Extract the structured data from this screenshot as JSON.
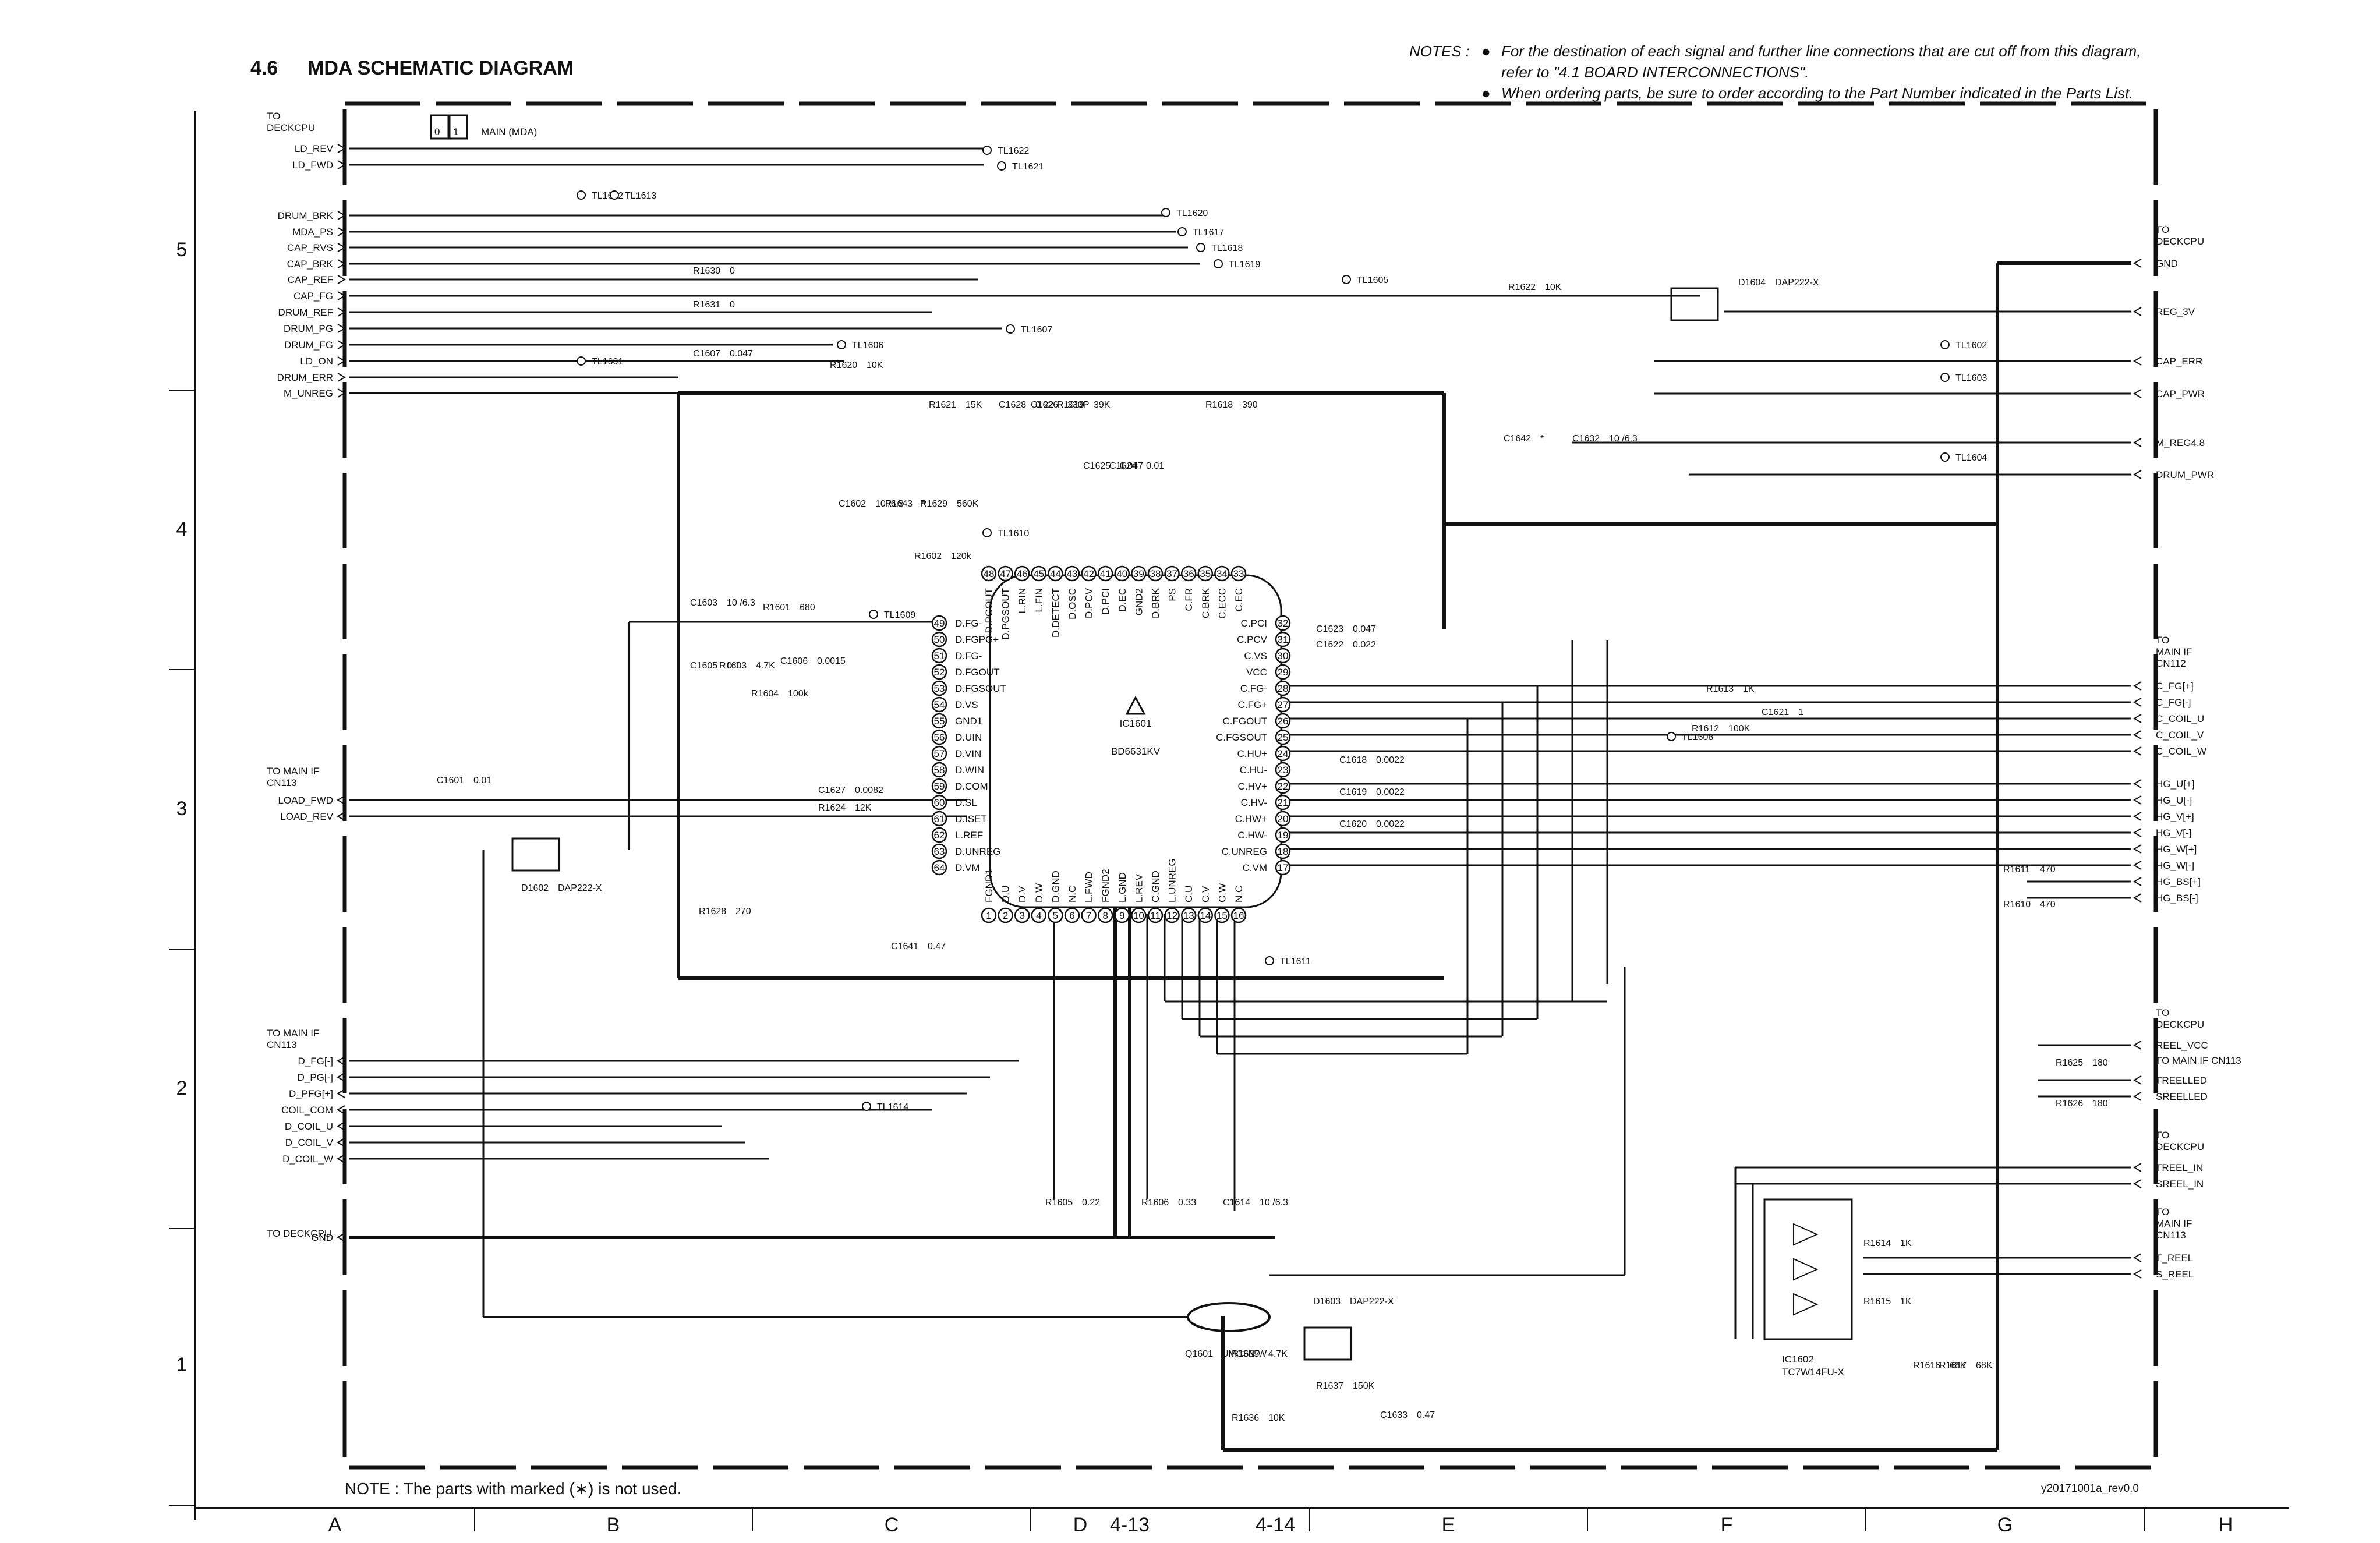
{
  "header": {
    "section_number": "4.6",
    "section_title": "MDA SCHEMATIC DIAGRAM",
    "notes_label": "NOTES :",
    "notes": [
      "For the destination of each signal and further line connections that are cut off from this diagram, refer to \"4.1 BOARD INTERCONNECTIONS\".",
      "When ordering parts, be sure to order according to the Part Number indicated in the Parts List."
    ]
  },
  "diagram": {
    "board_index": "01",
    "board_title": "MAIN (MDA)",
    "footnote": "NOTE : The parts with marked (∗) is not used.",
    "doc_id": "y20171001a_rev0.0",
    "row_labels": [
      "5",
      "4",
      "3",
      "2",
      "1"
    ],
    "column_labels": [
      "A",
      "B",
      "C",
      "D",
      "E",
      "F",
      "G",
      "H"
    ],
    "page_numbers": [
      "4-13",
      "4-14"
    ],
    "ic_main": {
      "ref": "IC1601",
      "part": "BD6631KV"
    },
    "ic_inv": {
      "ref": "IC1602",
      "part": "TC7W14FU-X"
    },
    "pins_left": [
      {
        "n": "49",
        "name": "D.FG-"
      },
      {
        "n": "50",
        "name": "D.FGPG+"
      },
      {
        "n": "51",
        "name": "D.FG-"
      },
      {
        "n": "52",
        "name": "D.FGOUT"
      },
      {
        "n": "53",
        "name": "D.FGSOUT"
      },
      {
        "n": "54",
        "name": "D.VS"
      },
      {
        "n": "55",
        "name": "GND1"
      },
      {
        "n": "56",
        "name": "D.UIN"
      },
      {
        "n": "57",
        "name": "D.VIN"
      },
      {
        "n": "58",
        "name": "D.WIN"
      },
      {
        "n": "59",
        "name": "D.COM"
      },
      {
        "n": "60",
        "name": "D.SL"
      },
      {
        "n": "61",
        "name": "D.ISET"
      },
      {
        "n": "62",
        "name": "L.REF"
      },
      {
        "n": "63",
        "name": "D.UNREG"
      },
      {
        "n": "64",
        "name": "D.VM"
      }
    ],
    "pins_right": [
      {
        "n": "32",
        "name": "C.PCI"
      },
      {
        "n": "31",
        "name": "C.PCV"
      },
      {
        "n": "30",
        "name": "C.VS"
      },
      {
        "n": "29",
        "name": "VCC"
      },
      {
        "n": "28",
        "name": "C.FG-"
      },
      {
        "n": "27",
        "name": "C.FG+"
      },
      {
        "n": "26",
        "name": "C.FGOUT"
      },
      {
        "n": "25",
        "name": "C.FGSOUT"
      },
      {
        "n": "24",
        "name": "C.HU+"
      },
      {
        "n": "23",
        "name": "C.HU-"
      },
      {
        "n": "22",
        "name": "C.HV+"
      },
      {
        "n": "21",
        "name": "C.HV-"
      },
      {
        "n": "20",
        "name": "C.HW+"
      },
      {
        "n": "19",
        "name": "C.HW-"
      },
      {
        "n": "18",
        "name": "C.UNREG"
      },
      {
        "n": "17",
        "name": "C.VM"
      }
    ],
    "pins_top": [
      {
        "n": "48",
        "name": "D.PGOUT"
      },
      {
        "n": "47",
        "name": "D.PGSOUT"
      },
      {
        "n": "46",
        "name": "L.RIN"
      },
      {
        "n": "45",
        "name": "L.FIN"
      },
      {
        "n": "44",
        "name": "D.DETECT"
      },
      {
        "n": "43",
        "name": "D.OSC"
      },
      {
        "n": "42",
        "name": "D.PCV"
      },
      {
        "n": "41",
        "name": "D.PCI"
      },
      {
        "n": "40",
        "name": "D.EC"
      },
      {
        "n": "39",
        "name": "GND2"
      },
      {
        "n": "38",
        "name": "D.BRK"
      },
      {
        "n": "37",
        "name": "PS"
      },
      {
        "n": "36",
        "name": "C.FR"
      },
      {
        "n": "35",
        "name": "C.BRK"
      },
      {
        "n": "34",
        "name": "C.ECC"
      },
      {
        "n": "33",
        "name": "C.EC"
      }
    ],
    "pins_bottom": [
      {
        "n": "1",
        "name": "FGND1"
      },
      {
        "n": "2",
        "name": "D.U"
      },
      {
        "n": "3",
        "name": "D.V"
      },
      {
        "n": "4",
        "name": "D.W"
      },
      {
        "n": "5",
        "name": "D.GND"
      },
      {
        "n": "6",
        "name": "N.C"
      },
      {
        "n": "7",
        "name": "L.FWD"
      },
      {
        "n": "8",
        "name": "FGND2"
      },
      {
        "n": "9",
        "name": "L.GND"
      },
      {
        "n": "10",
        "name": "L.REV"
      },
      {
        "n": "11",
        "name": "C.GND"
      },
      {
        "n": "12",
        "name": "L.UNREG"
      },
      {
        "n": "13",
        "name": "C.U"
      },
      {
        "n": "14",
        "name": "C.V"
      },
      {
        "n": "15",
        "name": "C.W"
      },
      {
        "n": "16",
        "name": "N.C"
      }
    ],
    "left_groups": [
      {
        "title": [
          "TO",
          "DECKCPU"
        ],
        "signals": [
          "LD_REV",
          "LD_FWD",
          "DRUM_BRK",
          "MDA_PS",
          "CAP_RVS",
          "CAP_BRK",
          "CAP_REF",
          "CAP_FG",
          "DRUM_REF",
          "DRUM_PG",
          "DRUM_FG",
          "LD_ON",
          "DRUM_ERR",
          "M_UNREG"
        ]
      },
      {
        "title": [
          "TO MAIN IF",
          "CN113"
        ],
        "signals": [
          "LOAD_FWD",
          "LOAD_REV"
        ]
      },
      {
        "title": [
          "TO MAIN IF",
          "CN113"
        ],
        "signals": [
          "D_FG[-]",
          "D_PG[-]",
          "D_PFG[+]",
          "COIL_COM",
          "D_COIL_U",
          "D_COIL_V",
          "D_COIL_W"
        ]
      },
      {
        "title": [
          "TO DECKCPU"
        ],
        "signals": [
          "GND"
        ]
      }
    ],
    "right_groups": [
      {
        "title": [
          "TO",
          "DECKCPU"
        ],
        "signals": [
          "GND",
          "REG_3V",
          "CAP_ERR",
          "CAP_PWR",
          "M_REG4.8",
          "DRUM_PWR"
        ]
      },
      {
        "title": [
          "TO",
          "MAIN IF",
          "CN112"
        ],
        "signals": [
          "C_FG[+]",
          "C_FG[-]",
          "C_COIL_U",
          "C_COIL_V",
          "C_COIL_W",
          "HG_U[+]",
          "HG_U[-]",
          "HG_V[+]",
          "HG_V[-]",
          "HG_W[+]",
          "HG_W[-]",
          "HG_BS[+]",
          "HG_BS[-]"
        ]
      },
      {
        "title": [
          "TO",
          "DECKCPU"
        ],
        "signals": [
          "REEL_VCC"
        ]
      },
      {
        "title": [
          "TO MAIN IF CN113"
        ],
        "signals": [
          "TREELLED",
          "SREELLED"
        ]
      },
      {
        "title": [
          "TO",
          "DECKCPU"
        ],
        "signals": [
          "TREEL_IN",
          "SREEL_IN"
        ]
      },
      {
        "title": [
          "TO",
          "MAIN IF",
          "CN113"
        ],
        "signals": [
          "T_REEL",
          "S_REEL"
        ]
      }
    ],
    "test_points": [
      "TL1622",
      "TL1621",
      "TL1612",
      "TL1613",
      "TL1620",
      "TL1617",
      "TL1618",
      "TL1619",
      "TL1605",
      "TL1607",
      "TL1606",
      "TL1601",
      "TL1602",
      "TL1603",
      "TL1604",
      "TL1610",
      "TL1609",
      "TL1608",
      "TL1611",
      "TL1614"
    ],
    "components": [
      {
        "ref": "R1630",
        "value": "0"
      },
      {
        "ref": "R1631",
        "value": "0"
      },
      {
        "ref": "C1607",
        "value": "0.047"
      },
      {
        "ref": "R1620",
        "value": "10K"
      },
      {
        "ref": "R1622",
        "value": "10K"
      },
      {
        "ref": "D1604",
        "value": "DAP222-X"
      },
      {
        "ref": "R1621",
        "value": "15K"
      },
      {
        "ref": "C1628",
        "value": "0.22"
      },
      {
        "ref": "C1626",
        "value": "330P"
      },
      {
        "ref": "R1619",
        "value": "39K"
      },
      {
        "ref": "C1625",
        "value": "0.047"
      },
      {
        "ref": "C1624",
        "value": "0.01"
      },
      {
        "ref": "R1618",
        "value": "390"
      },
      {
        "ref": "C1642",
        "value": "*"
      },
      {
        "ref": "C1632",
        "value": "10 /6.3"
      },
      {
        "ref": "C1602",
        "value": "10 /6.3"
      },
      {
        "ref": "R1643",
        "value": "*"
      },
      {
        "ref": "R1629",
        "value": "560K"
      },
      {
        "ref": "R1602",
        "value": "120k"
      },
      {
        "ref": "C1603",
        "value": "10 /6.3"
      },
      {
        "ref": "R1601",
        "value": "680"
      },
      {
        "ref": "C1605",
        "value": "0.1"
      },
      {
        "ref": "R1603",
        "value": "4.7K"
      },
      {
        "ref": "C1606",
        "value": "0.0015"
      },
      {
        "ref": "R1604",
        "value": "100k"
      },
      {
        "ref": "C1623",
        "value": "0.047"
      },
      {
        "ref": "C1622",
        "value": "0.022"
      },
      {
        "ref": "R1613",
        "value": "1K"
      },
      {
        "ref": "R1612",
        "value": "100K"
      },
      {
        "ref": "C1621",
        "value": "1"
      },
      {
        "ref": "C1618",
        "value": "0.0022"
      },
      {
        "ref": "C1619",
        "value": "0.0022"
      },
      {
        "ref": "C1620",
        "value": "0.0022"
      },
      {
        "ref": "C1601",
        "value": "0.01"
      },
      {
        "ref": "C1627",
        "value": "0.0082"
      },
      {
        "ref": "R1624",
        "value": "12K"
      },
      {
        "ref": "D1602",
        "value": "DAP222-X"
      },
      {
        "ref": "R1628",
        "value": "270"
      },
      {
        "ref": "C1641",
        "value": "0.47"
      },
      {
        "ref": "R1611",
        "value": "470"
      },
      {
        "ref": "R1610",
        "value": "470"
      },
      {
        "ref": "R1625",
        "value": "180"
      },
      {
        "ref": "R1626",
        "value": "180"
      },
      {
        "ref": "R1605",
        "value": "0.22"
      },
      {
        "ref": "R1606",
        "value": "0.33"
      },
      {
        "ref": "C1614",
        "value": "10 /6.3"
      },
      {
        "ref": "R1614",
        "value": "1K"
      },
      {
        "ref": "R1615",
        "value": "1K"
      },
      {
        "ref": "D1603",
        "value": "DAP222-X"
      },
      {
        "ref": "Q1601",
        "value": "UMC3N-W"
      },
      {
        "ref": "R1635",
        "value": "4.7K"
      },
      {
        "ref": "R1637",
        "value": "150K"
      },
      {
        "ref": "R1636",
        "value": "10K"
      },
      {
        "ref": "C1633",
        "value": "0.47"
      },
      {
        "ref": "R1616",
        "value": "68K"
      },
      {
        "ref": "R1617",
        "value": "68K"
      }
    ]
  }
}
